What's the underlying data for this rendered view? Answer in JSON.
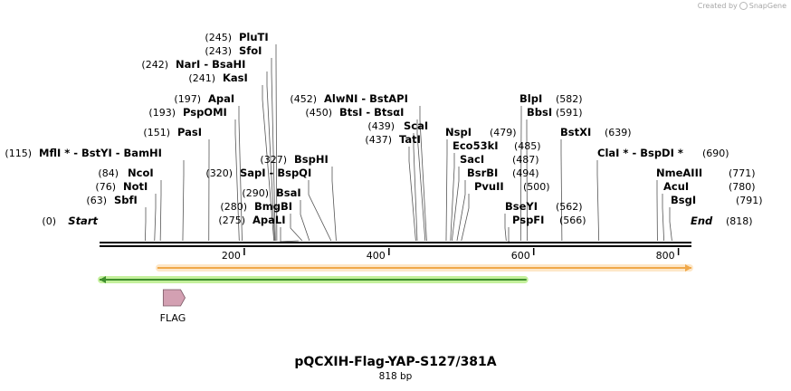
{
  "credit": {
    "prefix": "Created by",
    "brand": "SnapGene"
  },
  "map": {
    "title": "pQCXIH-Flag-YAP-S127/381A",
    "length_text": "818 bp",
    "length": 818,
    "start_label": "Start",
    "end_label": "End",
    "ruler_ticks": [
      {
        "value": 200,
        "label": "200"
      },
      {
        "value": 400,
        "label": "400"
      },
      {
        "value": 600,
        "label": "600"
      },
      {
        "value": 800,
        "label": "800"
      }
    ],
    "sites": [
      {
        "pos": "(245)",
        "names": "PluTI",
        "site": 245
      },
      {
        "pos": "(243)",
        "names": "SfoI",
        "site": 243
      },
      {
        "pos": "(242)",
        "names": "NarI  - BsaHI",
        "site": 242
      },
      {
        "pos": "(241)",
        "names": "KasI",
        "site": 241
      },
      {
        "pos": "(197)",
        "names": "ApaI",
        "site": 197
      },
      {
        "pos": "(193)",
        "names": "PspOMI",
        "site": 193
      },
      {
        "pos": "(151)",
        "names": "PasI",
        "site": 151
      },
      {
        "pos": "(115)",
        "names": "MflI *  - BstYI  - BamHI",
        "site": 115
      },
      {
        "pos": "(84)",
        "names": "NcoI",
        "site": 84
      },
      {
        "pos": "(76)",
        "names": "NotI",
        "site": 76
      },
      {
        "pos": "(63)",
        "names": "SbfI",
        "site": 63
      },
      {
        "pos": "(327)",
        "names": "BspHI",
        "site": 327
      },
      {
        "pos": "(320)",
        "names": "SapI  - BspQI",
        "site": 320
      },
      {
        "pos": "(290)",
        "names": "BsaI",
        "site": 290
      },
      {
        "pos": "(280)",
        "names": "BmgBI",
        "site": 280
      },
      {
        "pos": "(275)",
        "names": "ApaLI",
        "site": 275
      },
      {
        "pos": "(452)",
        "names": "AlwNI  - BstAPI",
        "site": 452
      },
      {
        "pos": "(450)",
        "names": "BtsI  - BtsαI",
        "site": 450
      },
      {
        "pos": "(439)",
        "names": "ScaI",
        "site": 439
      },
      {
        "pos": "(437)",
        "names": "TatI",
        "site": 437
      },
      {
        "pos": "(479)",
        "names": "NspI",
        "site": 479
      },
      {
        "pos": "(485)",
        "names": "Eco53kI",
        "site": 485
      },
      {
        "pos": "(487)",
        "names": "SacI",
        "site": 487
      },
      {
        "pos": "(494)",
        "names": "BsrBI",
        "site": 494
      },
      {
        "pos": "(500)",
        "names": "PvuII",
        "site": 500
      },
      {
        "pos": "(582)",
        "names": "BlpI",
        "site": 582
      },
      {
        "pos": "(591)",
        "names": "BbsI",
        "site": 591
      },
      {
        "pos": "(639)",
        "names": "BstXI",
        "site": 639
      },
      {
        "pos": "(562)",
        "names": "BseYI",
        "site": 562
      },
      {
        "pos": "(566)",
        "names": "PspFI",
        "site": 566
      },
      {
        "pos": "(690)",
        "names": "ClaI *  - BspDI *",
        "site": 690
      },
      {
        "pos": "(771)",
        "names": "NmeAIII",
        "site": 771
      },
      {
        "pos": "(780)",
        "names": "AcuI",
        "site": 780
      },
      {
        "pos": "(791)",
        "names": "BsgI",
        "site": 791
      }
    ],
    "features": [
      {
        "name": "orange-forward-feature",
        "from": 80,
        "to": 818,
        "direction": "forward",
        "color": "#f0a84a",
        "glow": "#fde7c8"
      },
      {
        "name": "green-reverse-feature",
        "from": 0,
        "to": 590,
        "direction": "reverse",
        "color": "#3f8f2e",
        "glow": "#c4f09c"
      }
    ],
    "flag_feature": {
      "label": "FLAG",
      "color": "#d3a0b2",
      "from": 88,
      "to": 112
    }
  }
}
